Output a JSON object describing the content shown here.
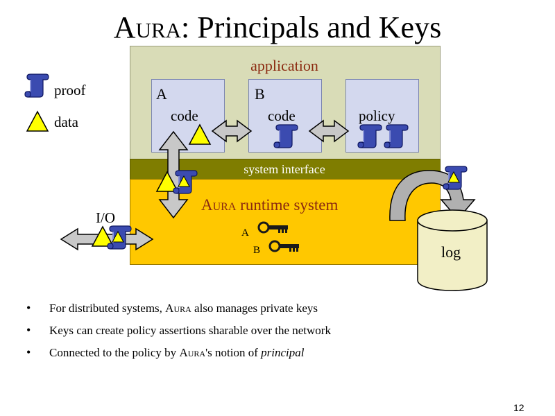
{
  "slide": {
    "title_prefix": "Aura",
    "title_rest": ": Principals and Keys",
    "page_number": "12"
  },
  "legend": {
    "proof_label": "proof",
    "proof_icon": "scroll-icon",
    "data_label": "data",
    "data_icon": "triangle-icon"
  },
  "diagram": {
    "application_label": "application",
    "modules": [
      {
        "letter": "A",
        "text": "code"
      },
      {
        "letter": "B",
        "text": "code"
      },
      {
        "letter": "",
        "text": "policy"
      }
    ],
    "system_interface_label": "system interface",
    "runtime_prefix": "Aura",
    "runtime_rest": " runtime system",
    "io_label": "I/O",
    "key_a_label": "A",
    "key_b_label": "B",
    "log_label": "log",
    "colors": {
      "application_bg": "#d9dcb7",
      "module_bg": "#d3d8ee",
      "interface_bg": "#7f7d00",
      "runtime_bg": "#ffc800",
      "label_red": "#8b2a10",
      "proof_blue": "#3b4bb0",
      "data_yellow": "#ffff00"
    }
  },
  "bullets": [
    {
      "before": "For distributed systems, ",
      "sc": "Aura",
      "after": " also manages private keys",
      "em": ""
    },
    {
      "before": "Keys can create policy assertions sharable over the network",
      "sc": "",
      "after": "",
      "em": ""
    },
    {
      "before": "Connected to the policy by ",
      "sc": "Aura",
      "after": "'s notion of ",
      "em": "principal"
    }
  ]
}
